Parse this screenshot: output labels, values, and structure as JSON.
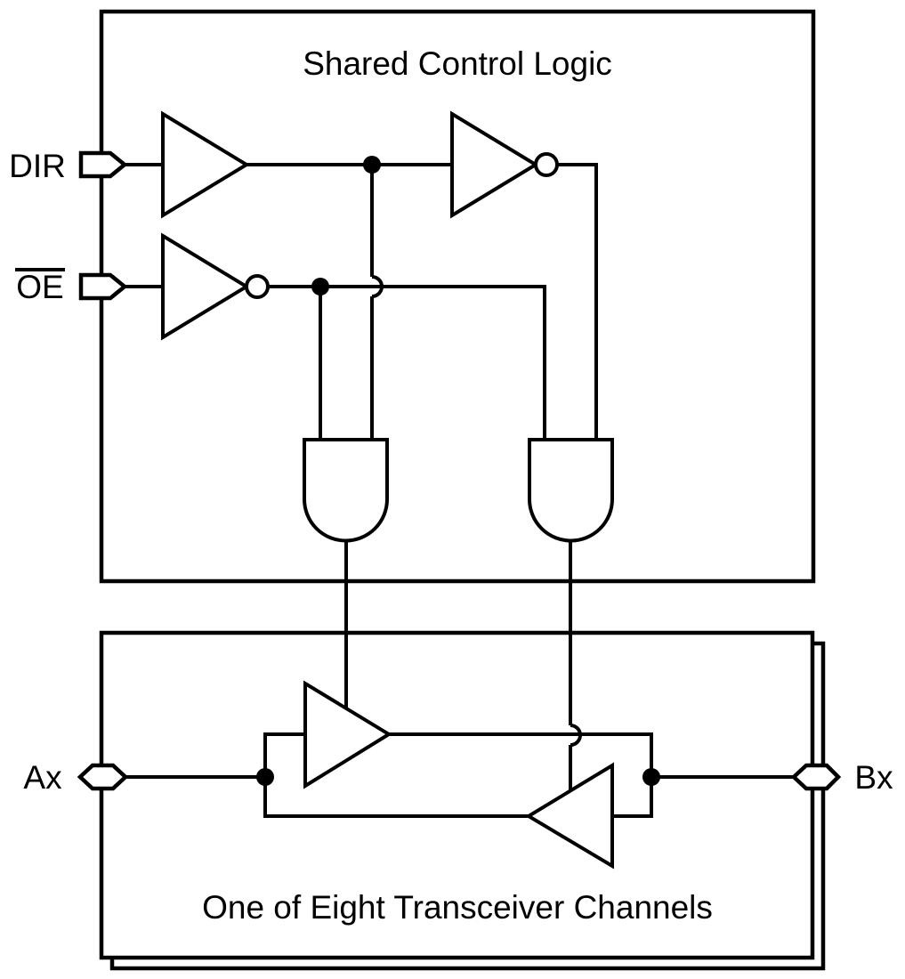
{
  "colors": {
    "stroke": "#000000",
    "background": "#ffffff"
  },
  "shared_control_box": {
    "title": "Shared Control Logic"
  },
  "transceiver_box": {
    "title": "One of Eight Transceiver Channels",
    "stacked_copies_shown": 2
  },
  "pins": {
    "dir": {
      "label": "DIR",
      "shape": "input-arrow",
      "overline": false
    },
    "oe": {
      "label": "OE",
      "shape": "input-arrow",
      "overline": true
    },
    "ax": {
      "label": "Ax",
      "shape": "bidirectional-hexagon"
    },
    "bx": {
      "label": "Bx",
      "shape": "bidirectional-hexagon"
    }
  },
  "symbols": {
    "buffer": "right-pointing-triangle",
    "inverter": "triangle-with-output-bubble",
    "and_gate": "down-pointing-d-shape",
    "junction": "filled-dot",
    "crossover": "semicircular-hop"
  }
}
